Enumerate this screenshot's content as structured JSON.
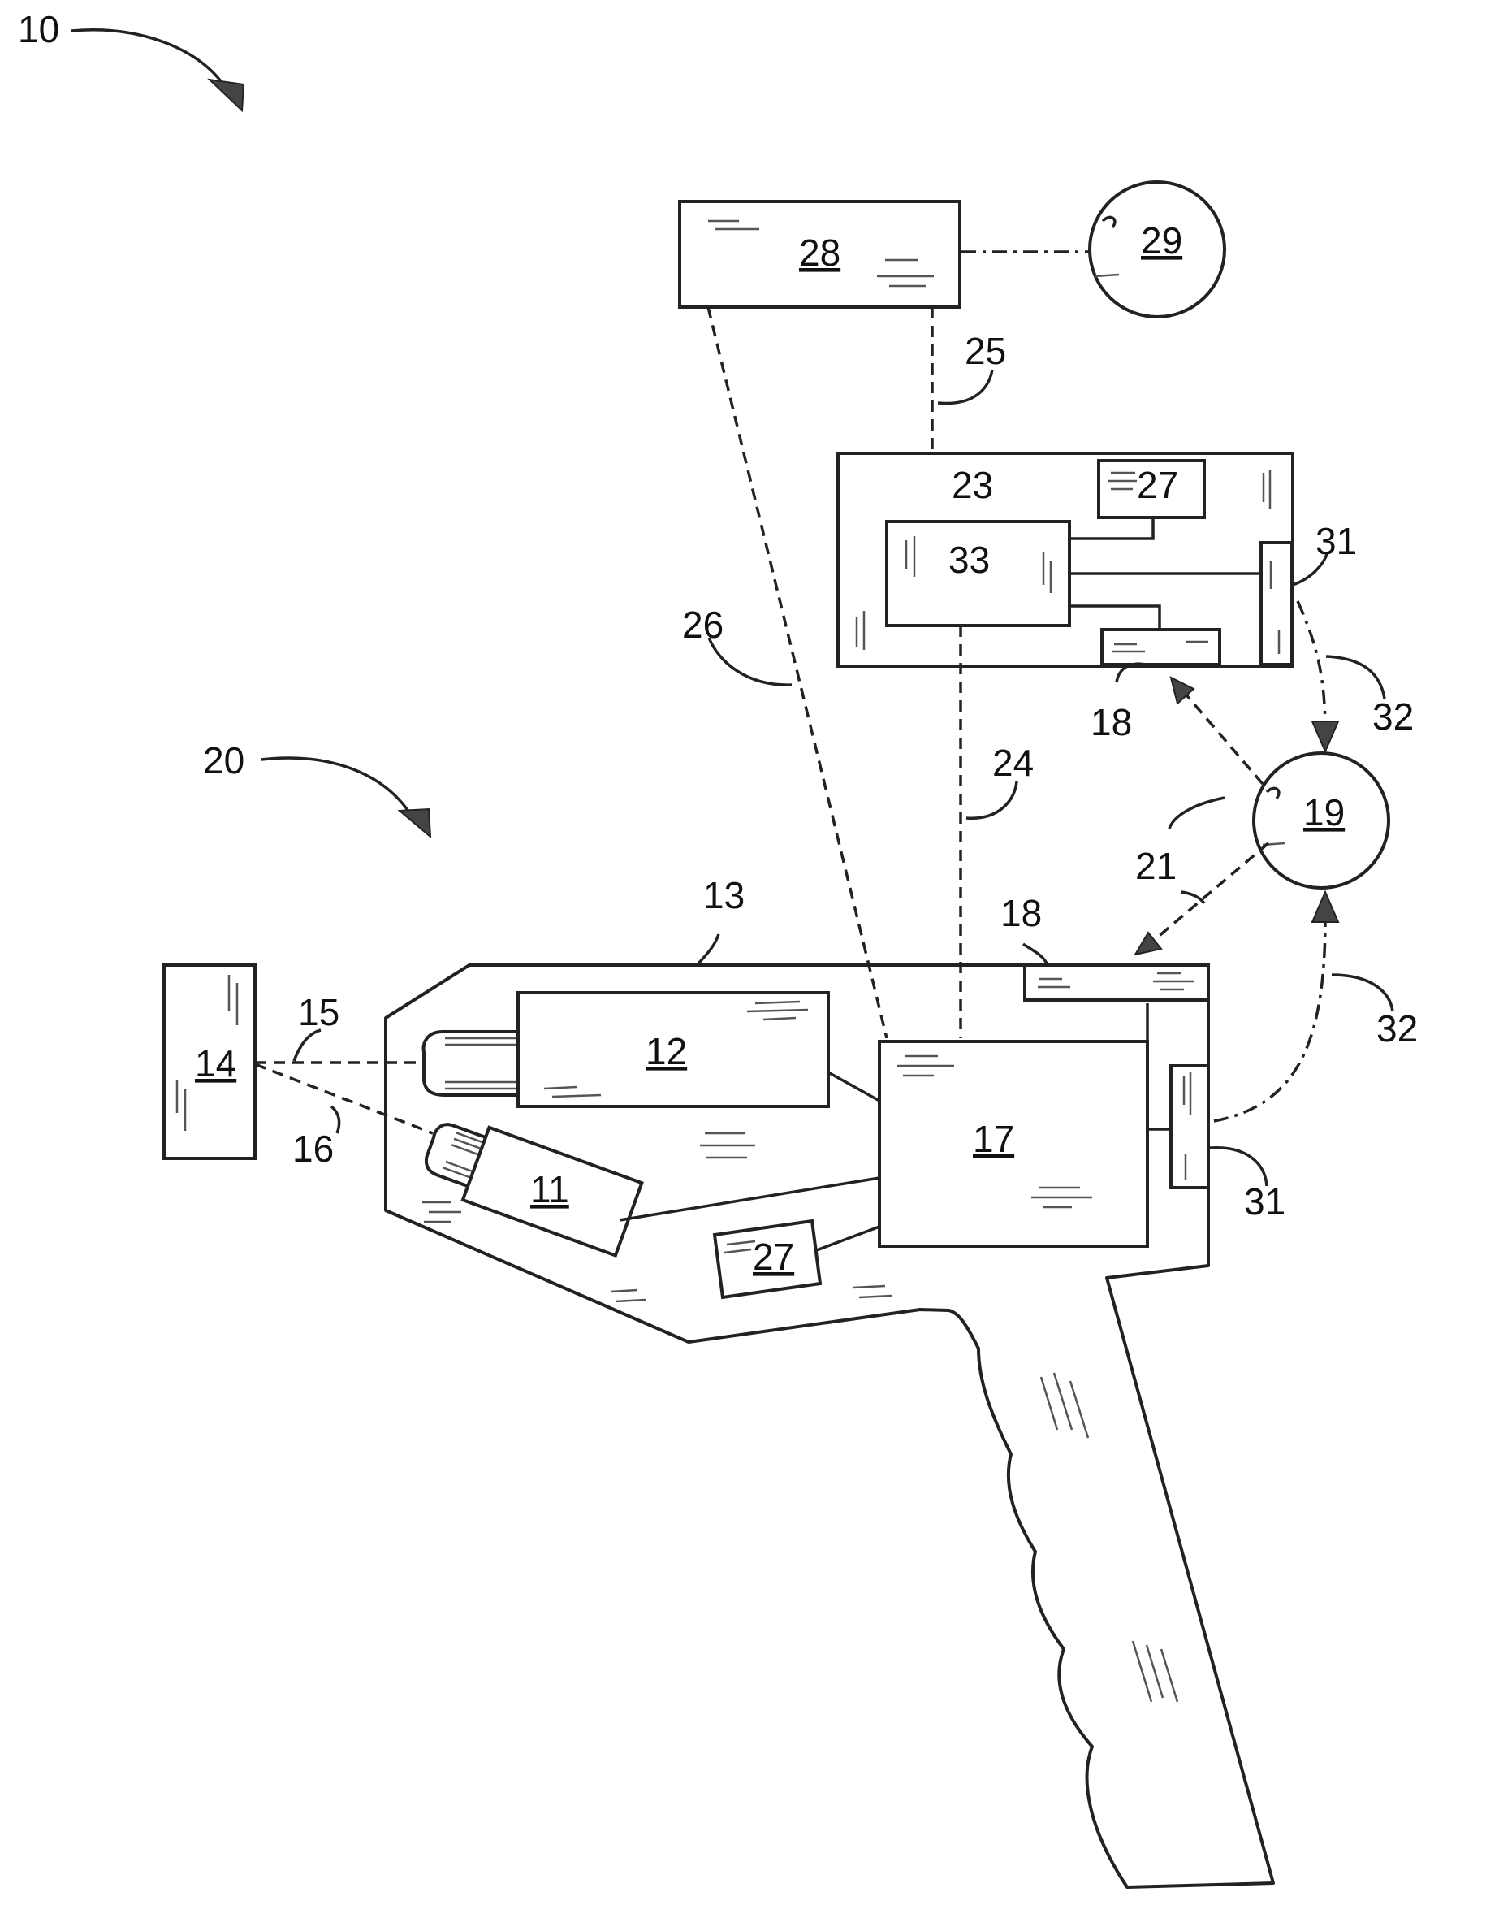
{
  "labels": {
    "system": "10",
    "device": "20",
    "housing": "13",
    "emitter_top": "12",
    "emitter_bottom": "11",
    "target": "14",
    "beam_top": "15",
    "beam_bottom": "16",
    "controller": "17",
    "memory_device": "27",
    "memory_remote": "27",
    "transceiver_device": "18",
    "transceiver_remote": "18",
    "port_device": "31",
    "port_remote": "31",
    "remote_unit": "23",
    "remote_processor": "33",
    "server": "28",
    "server_user": "29",
    "user": "19",
    "link_24": "24",
    "link_25": "25",
    "link_26": "26",
    "link_21": "21",
    "link_32_top": "32",
    "link_32_bottom": "32"
  },
  "colors": {
    "line": "#222222",
    "arrow_fill": "#444444",
    "background": "#ffffff"
  }
}
